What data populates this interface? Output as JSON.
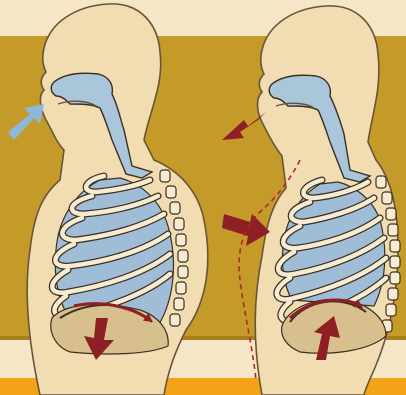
{
  "diagram": {
    "background": "#f4e6c6",
    "colors": {
      "band": "#c49a28",
      "band_dark": "#a87f18",
      "bottom_strip": "#f3a316",
      "skin": "#f1ddb1",
      "skin_outline": "#6a5438",
      "airway": "#a9c6da",
      "lung": "#9fbdd6",
      "rib": "#f7ecd1",
      "rib_outline": "#3b2f22",
      "diaphragm_fill": "#d8c08e",
      "arrow_in": "#8eb8d8",
      "arrow_out": "#8e1f24",
      "guide_line": "#b3262a"
    },
    "panels": [
      {
        "name": "inhalation",
        "airflow": "in",
        "diaphragm_motion": "down"
      },
      {
        "name": "exhalation",
        "airflow": "out",
        "diaphragm_motion": "up",
        "chest_motion": "in"
      }
    ]
  }
}
